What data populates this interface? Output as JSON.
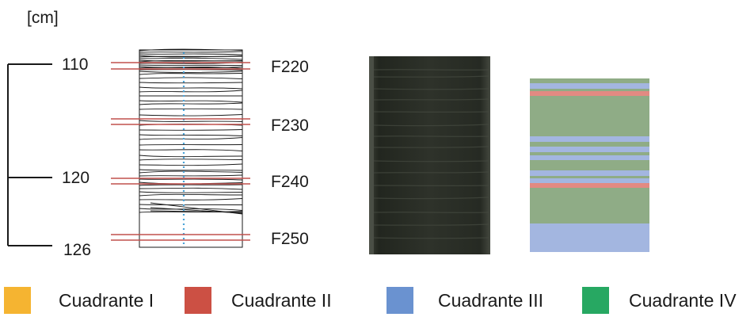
{
  "unit_label": "[cm]",
  "depth_ticks": [
    {
      "label": "110"
    },
    {
      "label": "120"
    },
    {
      "label": "126"
    }
  ],
  "sample_labels": [
    {
      "label": "F220"
    },
    {
      "label": "F230"
    },
    {
      "label": "F240"
    },
    {
      "label": "F250"
    }
  ],
  "legend": [
    {
      "label": "Cuadrante I",
      "color": "#f5b431"
    },
    {
      "label": "Cuadrante II",
      "color": "#cc5044"
    },
    {
      "label": "Cuadrante III",
      "color": "#6a92d0"
    },
    {
      "label": "Cuadrante IV",
      "color": "#27a862"
    }
  ],
  "colors": {
    "sample_line": "#c0504d",
    "centerline": "#4aa3d8",
    "core_photo": "#2f332c",
    "band_green": "#8fac86",
    "band_blue": "#a3b6e0",
    "band_red": "#e28a82"
  }
}
